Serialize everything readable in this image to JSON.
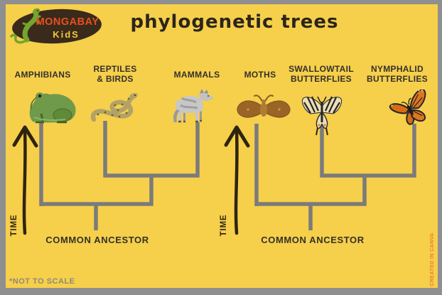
{
  "title": "phylogenetic trees",
  "logo": {
    "brand": "MONGABAY",
    "sub": "KidS"
  },
  "left_tree": {
    "taxa": [
      {
        "label": "AMPHIBIANS",
        "animal": "frog"
      },
      {
        "line1": "REPTILES",
        "line2": "& BIRDS",
        "animal": "snake"
      },
      {
        "label": "MAMMALS",
        "animal": "wolf"
      }
    ],
    "time_label": "TIME",
    "ancestor_label": "COMMON ANCESTOR"
  },
  "right_tree": {
    "taxa": [
      {
        "label": "MOTHS",
        "animal": "moth"
      },
      {
        "line1": "SWALLOWTAIL",
        "line2": "BUTTERFLIES",
        "animal": "swallowtail-butterfly"
      },
      {
        "line1": "NYMPHALID",
        "line2": "BUTTERFLIES",
        "animal": "monarch-butterfly"
      }
    ],
    "time_label": "TIME",
    "ancestor_label": "COMMON ANCESTOR"
  },
  "footnote": "*NOT TO SCALE",
  "credit": "CREATED IN CANVA",
  "colors": {
    "panel_background": "#f6cf4b",
    "outer_border": "#8f8f8f",
    "branch_gray": "#7b7b7b",
    "label_text": "#33312a",
    "time_arrow_brown": "#2e2410",
    "logo_ellipse": "#3a2a1b",
    "logo_brand_orange": "#e8501c",
    "logo_sub_yellow": "#f3c93b",
    "logo_gecko_green": "#74a52c",
    "credit_orange": "#e8822e",
    "footnote_gray": "#8d8a76"
  }
}
